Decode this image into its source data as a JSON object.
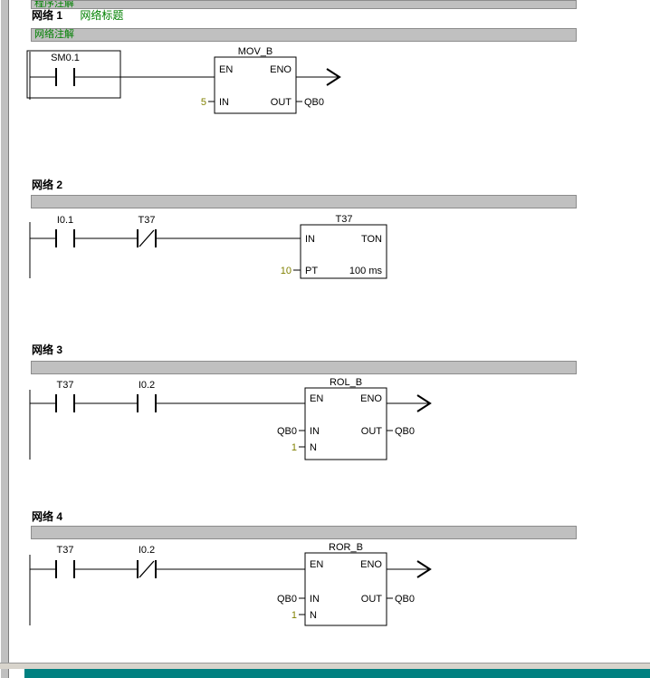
{
  "colors": {
    "comment_green": "#008000",
    "constant_olive": "#808000",
    "bar_gray": "#c0c0c0",
    "desktop_teal": "#008080"
  },
  "program_comment": "程序注解",
  "networks": [
    {
      "label": "网络 1",
      "title": "网络标题",
      "comment": "网络注解",
      "contact1": "SM0.1",
      "block": {
        "name": "MOV_B",
        "pin_en": "EN",
        "pin_eno": "ENO",
        "pin_in": "IN",
        "pin_out": "OUT",
        "in_operand": "5",
        "out_operand": "QB0"
      }
    },
    {
      "label": "网络 2",
      "contact1": "I0.1",
      "contact2": "T37",
      "block": {
        "name": "T37",
        "pin_in": "IN",
        "type": "TON",
        "pin_pt": "PT",
        "pt_operand": "10",
        "time_base": "100 ms"
      }
    },
    {
      "label": "网络 3",
      "contact1": "T37",
      "contact2": "I0.2",
      "block": {
        "name": "ROL_B",
        "pin_en": "EN",
        "pin_eno": "ENO",
        "pin_in": "IN",
        "pin_out": "OUT",
        "pin_n": "N",
        "in_operand": "QB0",
        "out_operand": "QB0",
        "n_operand": "1"
      }
    },
    {
      "label": "网络 4",
      "contact1": "T37",
      "contact2": "I0.2",
      "block": {
        "name": "ROR_B",
        "pin_en": "EN",
        "pin_eno": "ENO",
        "pin_in": "IN",
        "pin_out": "OUT",
        "pin_n": "N",
        "in_operand": "QB0",
        "out_operand": "QB0",
        "n_operand": "1"
      }
    }
  ]
}
